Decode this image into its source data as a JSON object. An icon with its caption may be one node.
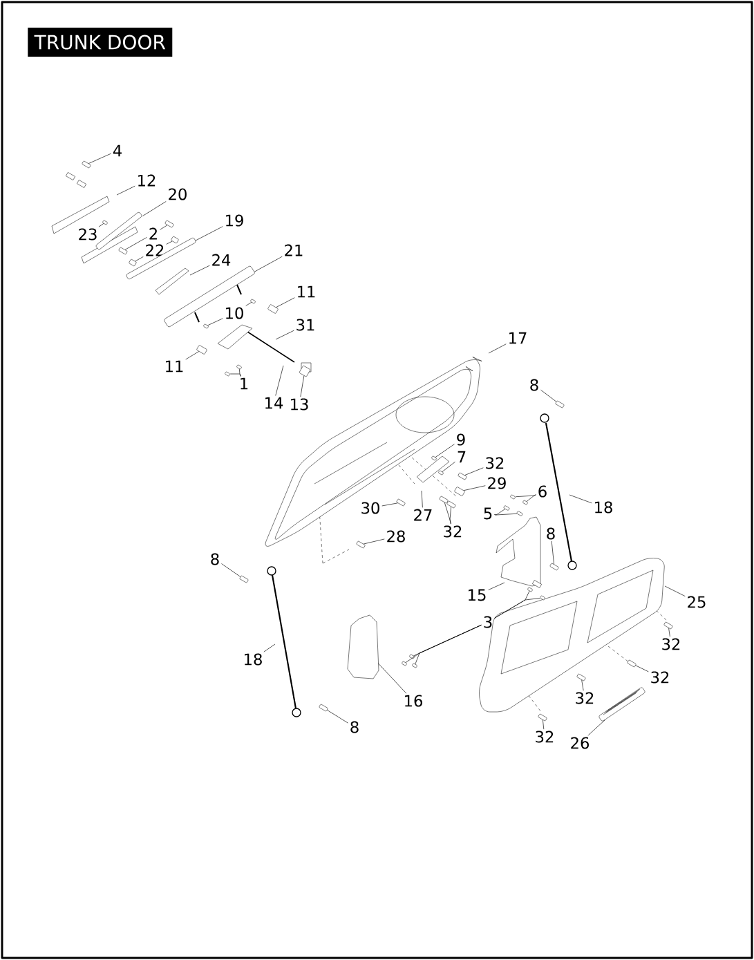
{
  "diagram": {
    "title": "TRUNK DOOR",
    "nodes": [
      {
        "text": [
          "4"
        ]
      },
      {
        "text": [
          "12"
        ]
      },
      {
        "text": [
          "20"
        ]
      },
      {
        "text": [
          "23"
        ]
      },
      {
        "text": [
          "2"
        ]
      },
      {
        "text": [
          "22"
        ]
      },
      {
        "text": [
          "19"
        ]
      },
      {
        "text": [
          "24"
        ]
      },
      {
        "text": [
          "21"
        ]
      },
      {
        "text": [
          "11"
        ]
      },
      {
        "text": [
          "10"
        ]
      },
      {
        "text": [
          "11"
        ]
      },
      {
        "text": [
          "31"
        ]
      },
      {
        "text": [
          "1"
        ]
      },
      {
        "text": [
          "14"
        ]
      },
      {
        "text": [
          "13"
        ]
      },
      {
        "text": [
          "17"
        ]
      },
      {
        "text": [
          "8"
        ]
      },
      {
        "text": [
          "9"
        ]
      },
      {
        "text": [
          "7"
        ]
      },
      {
        "text": [
          "32"
        ]
      },
      {
        "text": [
          "29"
        ]
      },
      {
        "text": [
          "6"
        ]
      },
      {
        "text": [
          "5"
        ]
      },
      {
        "text": [
          "18"
        ]
      },
      {
        "text": [
          "30"
        ]
      },
      {
        "text": [
          "27"
        ]
      },
      {
        "text": [
          "32"
        ]
      },
      {
        "text": [
          "28"
        ]
      },
      {
        "text": [
          "8"
        ]
      },
      {
        "text": [
          "8"
        ]
      },
      {
        "text": [
          "15"
        ]
      },
      {
        "text": [
          "25"
        ]
      },
      {
        "text": [
          "3"
        ]
      },
      {
        "text": [
          "32"
        ]
      },
      {
        "text": [
          "18"
        ]
      },
      {
        "text": [
          "32"
        ]
      },
      {
        "text": [
          "32"
        ]
      },
      {
        "text": [
          "16"
        ]
      },
      {
        "text": [
          "8"
        ]
      },
      {
        "text": [
          "32"
        ]
      },
      {
        "text": [
          "26"
        ]
      },
      {
        "text": [],
        "shape": "bolt"
      },
      {
        "text": [],
        "shape": "nut"
      },
      {
        "text": [],
        "shape": "bolt"
      },
      {
        "text": [],
        "shape": "bolt"
      },
      {
        "text": [],
        "shape": "clip"
      },
      {
        "text": [],
        "shape": "clip"
      },
      {
        "text": [],
        "shape": "bulb"
      },
      {
        "text": [],
        "shape": "nut"
      },
      {
        "text": [],
        "shape": "nut"
      },
      {
        "text": [],
        "shape": "bulb"
      },
      {
        "text": [],
        "shape": "nut"
      },
      {
        "text": [],
        "shape": "nut"
      },
      {
        "text": [],
        "shape": "connector"
      },
      {
        "text": [],
        "shape": "bolt"
      },
      {
        "text": [],
        "shape": "nut"
      },
      {
        "text": [],
        "shape": "nut"
      },
      {
        "text": [],
        "shape": "bolt"
      },
      {
        "text": [],
        "shape": "bulb"
      },
      {
        "text": [],
        "shape": "nut"
      },
      {
        "text": [],
        "shape": "nut"
      },
      {
        "text": [],
        "shape": "washer"
      },
      {
        "text": [],
        "shape": "washer"
      },
      {
        "text": [],
        "shape": "bolt"
      },
      {
        "text": [],
        "shape": "bolt"
      },
      {
        "text": [],
        "shape": "bolt"
      },
      {
        "text": [],
        "shape": "bolt"
      },
      {
        "text": [],
        "shape": "bolt"
      },
      {
        "text": [],
        "shape": "bolt"
      },
      {
        "text": [],
        "shape": "nut"
      },
      {
        "text": [],
        "shape": "nut"
      },
      {
        "text": [],
        "shape": "nut"
      },
      {
        "text": [],
        "shape": "nut"
      },
      {
        "text": [],
        "shape": "nut"
      },
      {
        "text": [],
        "shape": "bolt"
      },
      {
        "text": [],
        "shape": "bolt"
      },
      {
        "text": [],
        "shape": "bolt"
      },
      {
        "text": [],
        "shape": "bolt"
      },
      {
        "text": [],
        "shape": "bolt"
      },
      {
        "text": [],
        "shape": "bracket"
      },
      {
        "text": [],
        "shape": "bracket"
      },
      {
        "text": [],
        "shape": "bar"
      },
      {
        "text": [],
        "shape": "hinge"
      },
      {
        "text": [],
        "shape": "plate"
      }
    ],
    "edges": [
      {
        "from": 0,
        "to": 42,
        "arrow": "none"
      },
      {
        "from": 1,
        "to": null,
        "arrow": "none"
      },
      {
        "from": 2,
        "to": 80,
        "arrow": "none"
      },
      {
        "from": 3,
        "to": 43,
        "arrow": "none"
      },
      {
        "from": 4,
        "to": 44,
        "arrow": "none"
      },
      {
        "from": 4,
        "to": 45,
        "arrow": "none"
      },
      {
        "from": 5,
        "to": 46,
        "arrow": "none"
      },
      {
        "from": 5,
        "to": 47,
        "arrow": "none"
      },
      {
        "from": 6,
        "to": 81,
        "arrow": "none"
      },
      {
        "from": 7,
        "to": null,
        "arrow": "none"
      },
      {
        "from": 8,
        "to": 82,
        "arrow": "none"
      },
      {
        "from": 9,
        "to": 48,
        "arrow": "none"
      },
      {
        "from": 10,
        "to": 49,
        "arrow": "none"
      },
      {
        "from": 10,
        "to": 50,
        "arrow": "none"
      },
      {
        "from": 11,
        "to": 51,
        "arrow": "none"
      },
      {
        "from": 12,
        "to": null,
        "arrow": "none"
      },
      {
        "from": 13,
        "to": 52,
        "arrow": "none"
      },
      {
        "from": 13,
        "to": 53,
        "arrow": "none"
      },
      {
        "from": 14,
        "to": null,
        "arrow": "none"
      },
      {
        "from": 15,
        "to": 54,
        "arrow": "none"
      },
      {
        "from": 16,
        "to": null,
        "arrow": "none"
      },
      {
        "from": 17,
        "to": 55,
        "arrow": "none"
      },
      {
        "from": 18,
        "to": 56,
        "arrow": "none"
      },
      {
        "from": 19,
        "to": 57,
        "arrow": "none"
      },
      {
        "from": 20,
        "to": 58,
        "arrow": "none"
      },
      {
        "from": 21,
        "to": 59,
        "arrow": "none"
      },
      {
        "from": 22,
        "to": 60,
        "arrow": "none"
      },
      {
        "from": 22,
        "to": 61,
        "arrow": "none"
      },
      {
        "from": 23,
        "to": 62,
        "arrow": "none"
      },
      {
        "from": 23,
        "to": 63,
        "arrow": "none"
      },
      {
        "from": 24,
        "to": null,
        "arrow": "none"
      },
      {
        "from": 25,
        "to": 64,
        "arrow": "none"
      },
      {
        "from": 26,
        "to": null,
        "arrow": "none"
      },
      {
        "from": 27,
        "to": 65,
        "arrow": "none"
      },
      {
        "from": 27,
        "to": 66,
        "arrow": "none"
      },
      {
        "from": 28,
        "to": 67,
        "arrow": "none"
      },
      {
        "from": 29,
        "to": 68,
        "arrow": "none"
      },
      {
        "from": 30,
        "to": 69,
        "arrow": "none"
      },
      {
        "from": 31,
        "to": null,
        "arrow": "none"
      },
      {
        "from": 32,
        "to": null,
        "arrow": "none"
      },
      {
        "from": 33,
        "to": 70,
        "arrow": "none"
      },
      {
        "from": 33,
        "to": 71,
        "arrow": "none"
      },
      {
        "from": 33,
        "to": 72,
        "arrow": "none"
      },
      {
        "from": 33,
        "to": 73,
        "arrow": "none"
      },
      {
        "from": 33,
        "to": 74,
        "arrow": "none"
      },
      {
        "from": 34,
        "to": 75,
        "arrow": "none"
      },
      {
        "from": 35,
        "to": null,
        "arrow": "none"
      },
      {
        "from": 36,
        "to": 76,
        "arrow": "none"
      },
      {
        "from": 37,
        "to": 77,
        "arrow": "none"
      },
      {
        "from": 38,
        "to": 83,
        "arrow": "none"
      },
      {
        "from": 39,
        "to": 78,
        "arrow": "none"
      },
      {
        "from": 40,
        "to": 79,
        "arrow": "none"
      },
      {
        "from": 41,
        "to": 84,
        "arrow": "none"
      }
    ]
  }
}
